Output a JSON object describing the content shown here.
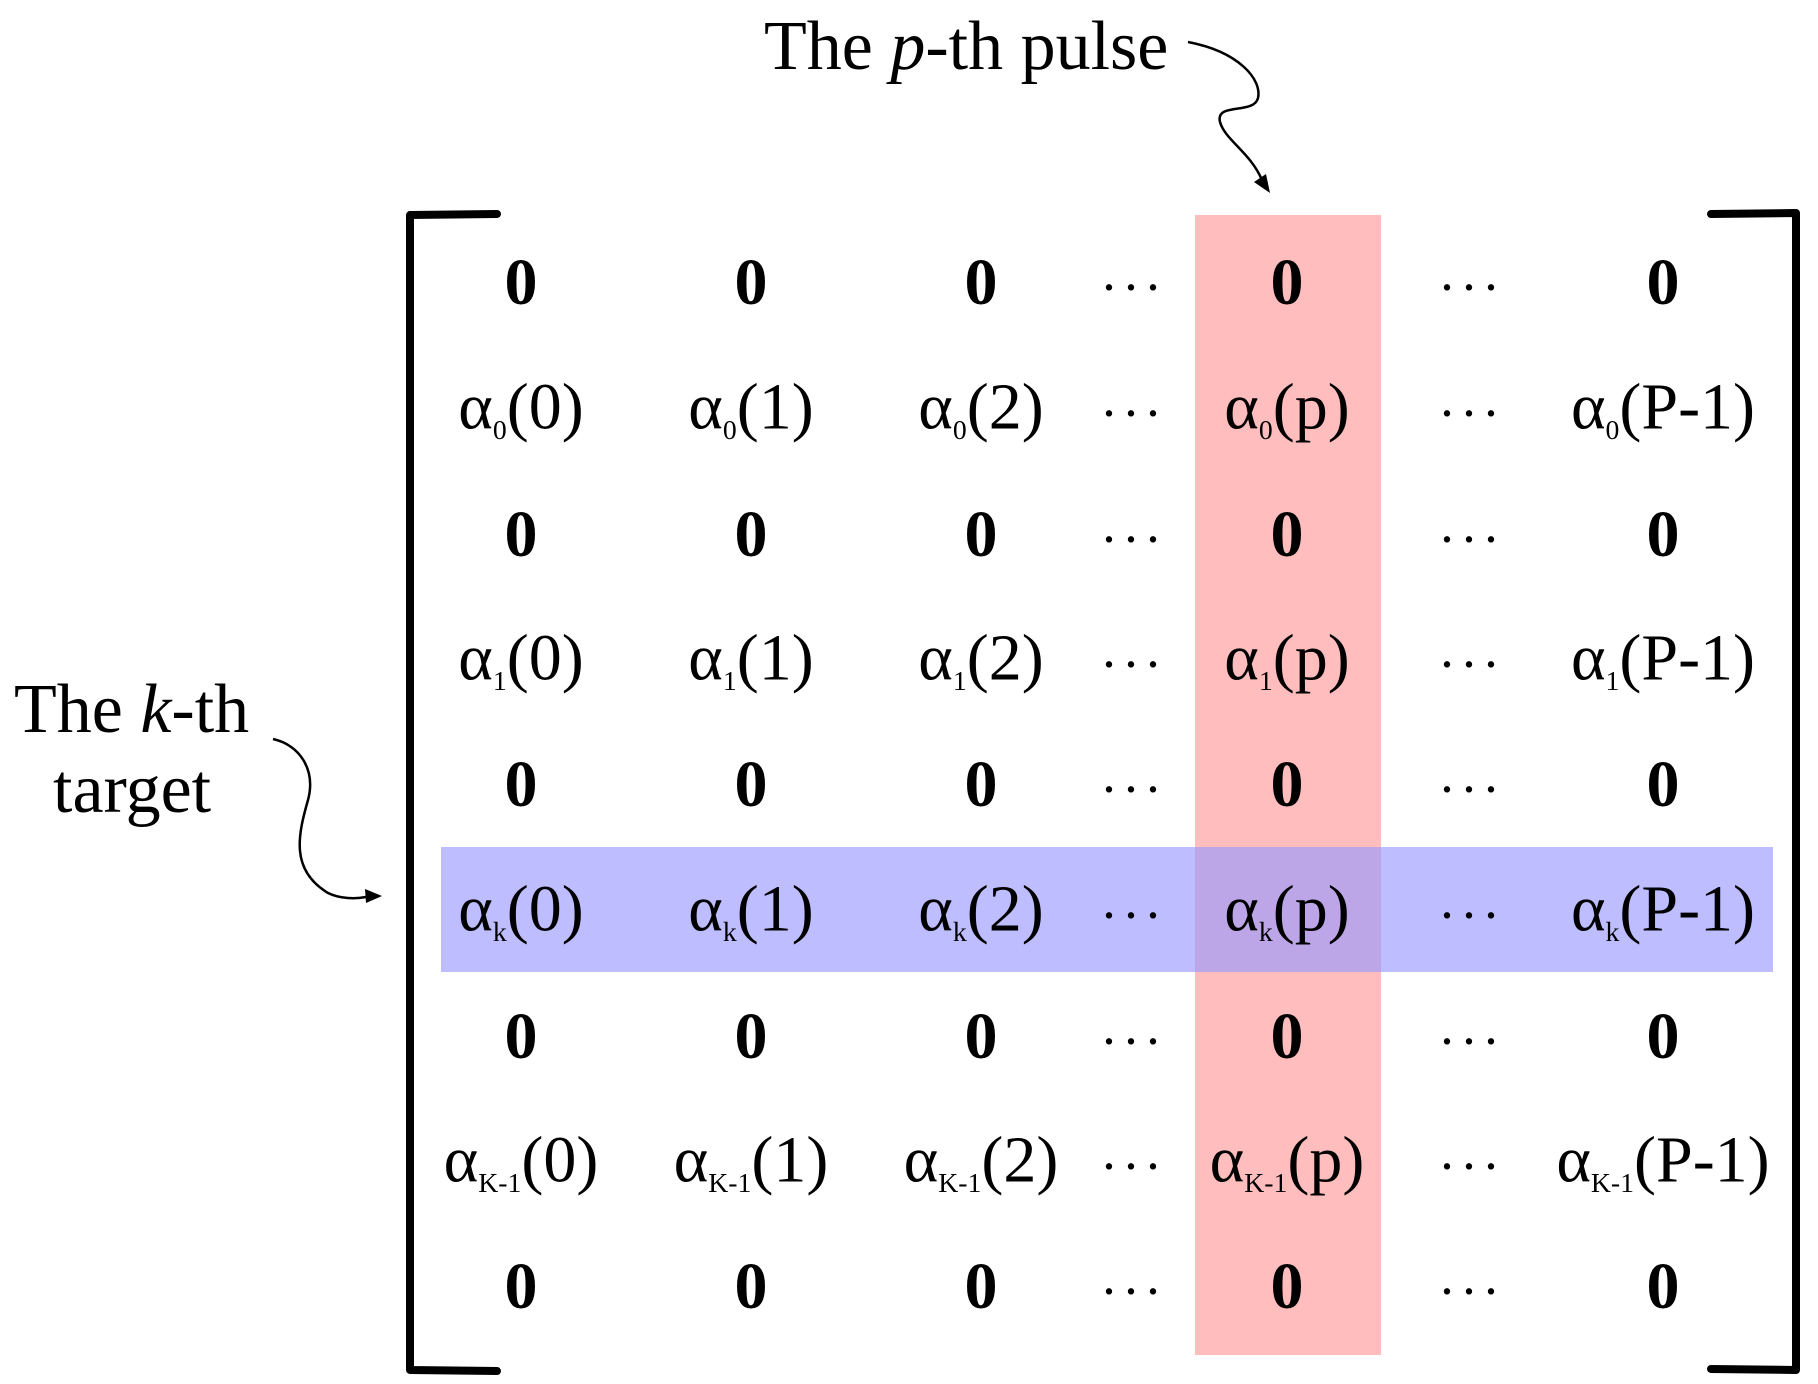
{
  "annotations": {
    "pulse": {
      "prefix": "The ",
      "var": "p",
      "suffix": "-th pulse"
    },
    "target": {
      "line1_prefix": "The ",
      "line1_var": "k",
      "line1_suffix": "-th",
      "line2": "target"
    }
  },
  "highlight_colors": {
    "column": "#ff9a9a",
    "row": "#9a9aff"
  },
  "dots": "···",
  "zero_label": "0",
  "alpha": "α",
  "columns": [
    "(0)",
    "(1)",
    "(2)",
    "dots",
    "(p)",
    "dots",
    "(P-1)"
  ],
  "rows": [
    {
      "kind": "zero"
    },
    {
      "kind": "alpha",
      "sub": "0"
    },
    {
      "kind": "zero"
    },
    {
      "kind": "alpha",
      "sub": "1"
    },
    {
      "kind": "zero"
    },
    {
      "kind": "alpha",
      "sub": "k"
    },
    {
      "kind": "zero"
    },
    {
      "kind": "alpha",
      "sub": "K-1"
    },
    {
      "kind": "zero"
    }
  ]
}
